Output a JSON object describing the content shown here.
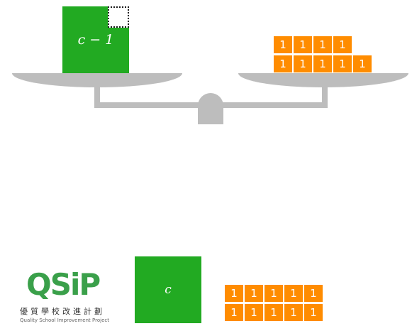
{
  "scale": {
    "left_pan_block_label": "c − 1",
    "right_pan_tiles": [
      "1",
      "1",
      "1",
      "1",
      "1",
      "1",
      "1",
      "1",
      "1"
    ]
  },
  "bottom": {
    "block_label": "c",
    "tiles": [
      "1",
      "1",
      "1",
      "1",
      "1",
      "1",
      "1",
      "1",
      "1",
      "1"
    ]
  },
  "logo": {
    "mark": "QSiP",
    "chinese": "優質學校改進計劃",
    "english": "Quality School Improvement Project"
  },
  "colors": {
    "block": "#22aa22",
    "tile": "#ff8c00",
    "scale": "#bdbdbd",
    "logo": "#3aa04a"
  }
}
